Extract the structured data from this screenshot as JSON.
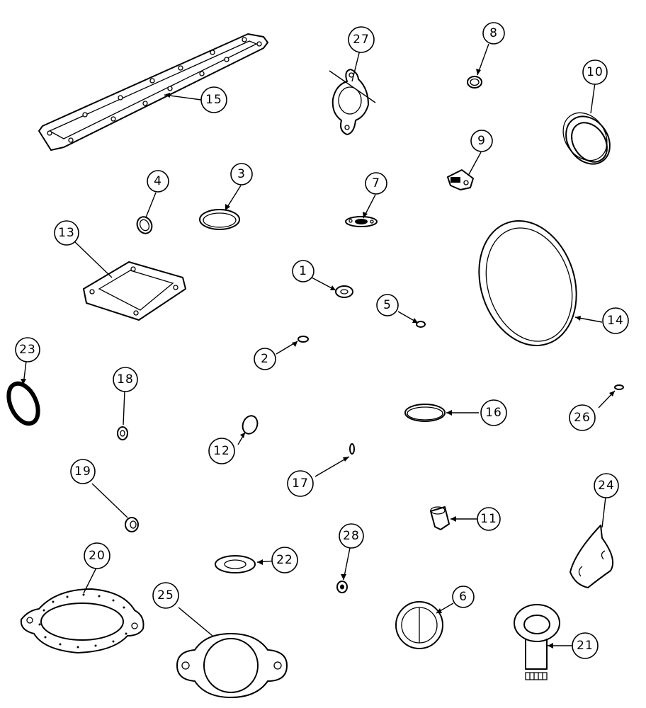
{
  "diagram": {
    "callouts": [
      {
        "id": "c1",
        "label": "1"
      },
      {
        "id": "c2",
        "label": "2"
      },
      {
        "id": "c3",
        "label": "3"
      },
      {
        "id": "c4",
        "label": "4"
      },
      {
        "id": "c5",
        "label": "5"
      },
      {
        "id": "c6",
        "label": "6"
      },
      {
        "id": "c7",
        "label": "7"
      },
      {
        "id": "c8",
        "label": "8"
      },
      {
        "id": "c9",
        "label": "9"
      },
      {
        "id": "c10",
        "label": "10"
      },
      {
        "id": "c11",
        "label": "11"
      },
      {
        "id": "c12",
        "label": "12"
      },
      {
        "id": "c13",
        "label": "13"
      },
      {
        "id": "c14",
        "label": "14"
      },
      {
        "id": "c15",
        "label": "15"
      },
      {
        "id": "c16",
        "label": "16"
      },
      {
        "id": "c17",
        "label": "17"
      },
      {
        "id": "c18",
        "label": "18"
      },
      {
        "id": "c19",
        "label": "19"
      },
      {
        "id": "c20",
        "label": "20"
      },
      {
        "id": "c21",
        "label": "21"
      },
      {
        "id": "c22",
        "label": "22"
      },
      {
        "id": "c23",
        "label": "23"
      },
      {
        "id": "c24",
        "label": "24"
      },
      {
        "id": "c25",
        "label": "25"
      },
      {
        "id": "c26",
        "label": "26"
      },
      {
        "id": "c27",
        "label": "27"
      },
      {
        "id": "c28",
        "label": "28"
      }
    ]
  }
}
